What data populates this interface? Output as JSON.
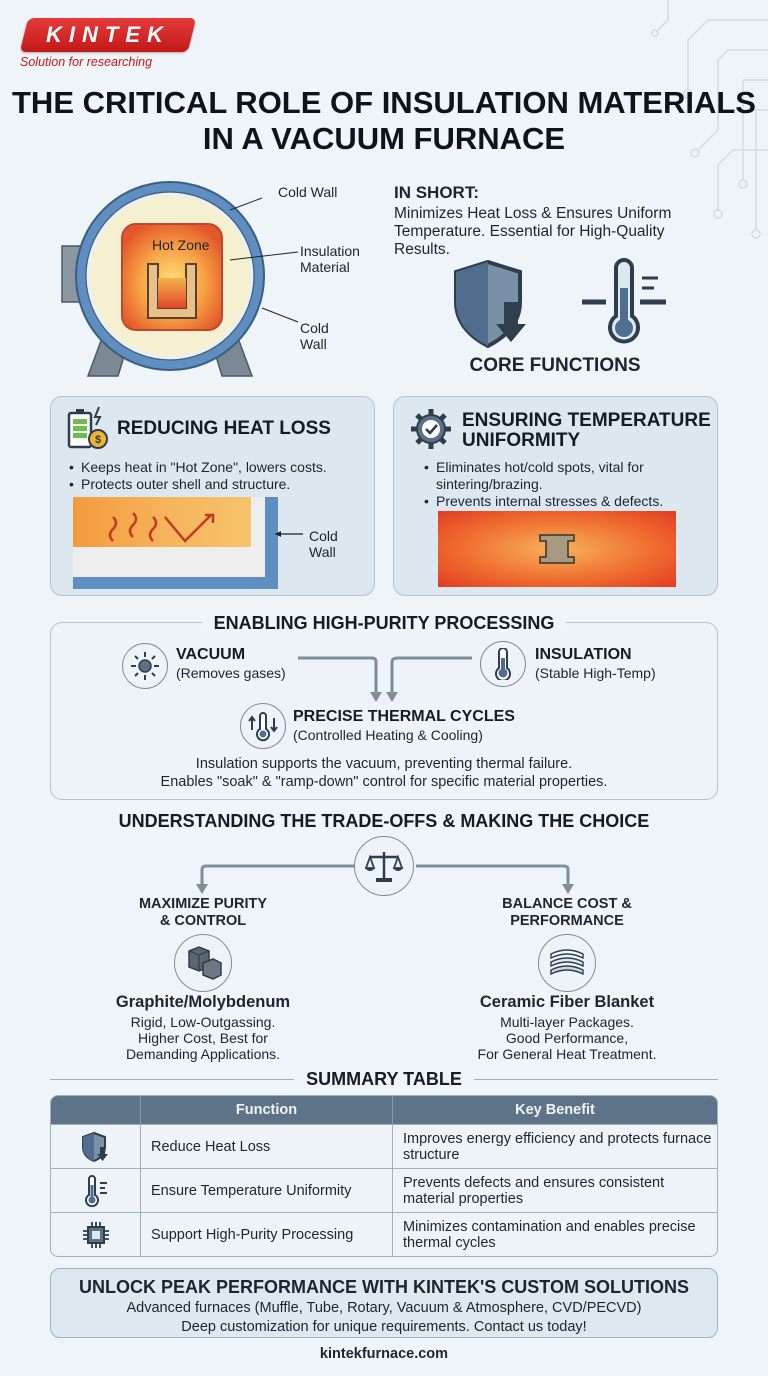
{
  "brand": {
    "logo_text": "KINTEK",
    "tagline": "Solution for researching",
    "accent_color": "#c41919"
  },
  "title": "THE CRITICAL ROLE OF INSULATION MATERIALS IN A VACUUM FURNACE",
  "diagram": {
    "label_cold_wall_top": "Cold Wall",
    "label_hot_zone": "Hot Zone",
    "label_insulation": "Insulation Material",
    "label_cold_wall_bottom": "Cold Wall"
  },
  "in_short": {
    "heading": "IN SHORT:",
    "text": "Minimizes Heat Loss & Ensures Uniform Temperature.  Essential for High-Quality Results.",
    "core_label": "CORE FUNCTIONS",
    "icons": [
      "shield-down-icon",
      "thermometer-icon"
    ]
  },
  "heat_loss": {
    "heading": "REDUCING HEAT LOSS",
    "bullets": [
      "Keeps heat in \"Hot Zone\", lowers costs.",
      "Protects outer shell and structure."
    ],
    "wall_label": "Cold Wall"
  },
  "uniformity": {
    "heading": "ENSURING TEMPERATURE UNIFORMITY",
    "bullets": [
      "Eliminates hot/cold spots, vital for sintering/brazing.",
      "Prevents internal stresses & defects."
    ]
  },
  "purity": {
    "heading": "ENABLING HIGH-PURITY PROCESSING",
    "vacuum_title": "VACUUM",
    "vacuum_sub": "(Removes gases)",
    "insulation_title": "INSULATION",
    "insulation_sub": "(Stable High-Temp)",
    "cycles_title": "PRECISE THERMAL CYCLES",
    "cycles_sub": "(Controlled Heating & Cooling)",
    "note1": "Insulation supports the vacuum, preventing thermal failure.",
    "note2": "Enables \"soak\" & \"ramp-down\" control for specific material properties."
  },
  "tradeoffs": {
    "heading": "UNDERSTANDING THE TRADE-OFFS & MAKING THE CHOICE",
    "left_goal_1": "MAXIMIZE PURITY",
    "left_goal_2": "& CONTROL",
    "left_material": "Graphite/Molybdenum",
    "left_desc_1": "Rigid, Low-Outgassing.",
    "left_desc_2": "Higher Cost, Best for",
    "left_desc_3": "Demanding Applications.",
    "right_goal_1": "BALANCE COST &",
    "right_goal_2": "PERFORMANCE",
    "right_material": "Ceramic Fiber Blanket",
    "right_desc_1": "Multi-layer Packages.",
    "right_desc_2": "Good Performance,",
    "right_desc_3": "For General Heat Treatment."
  },
  "summary": {
    "heading": "SUMMARY TABLE",
    "col_function": "Function",
    "col_benefit": "Key Benefit",
    "rows": [
      {
        "icon": "shield-down-icon",
        "function": "Reduce Heat Loss",
        "benefit": "Improves energy efficiency and protects furnace structure"
      },
      {
        "icon": "thermometer-icon",
        "function": "Ensure Temperature Uniformity",
        "benefit": "Prevents defects and ensures consistent material properties"
      },
      {
        "icon": "chip-icon",
        "function": "Support High-Purity Processing",
        "benefit": "Minimizes contamination and enables precise thermal cycles"
      }
    ]
  },
  "cta": {
    "heading": "UNLOCK PEAK PERFORMANCE WITH KINTEK'S CUSTOM SOLUTIONS",
    "line1": "Advanced furnaces (Muffle, Tube, Rotary, Vacuum & Atmosphere, CVD/PECVD)",
    "line2": "Deep customization for unique requirements. Contact us today!"
  },
  "footer": {
    "url": "kintekfurnace.com"
  }
}
